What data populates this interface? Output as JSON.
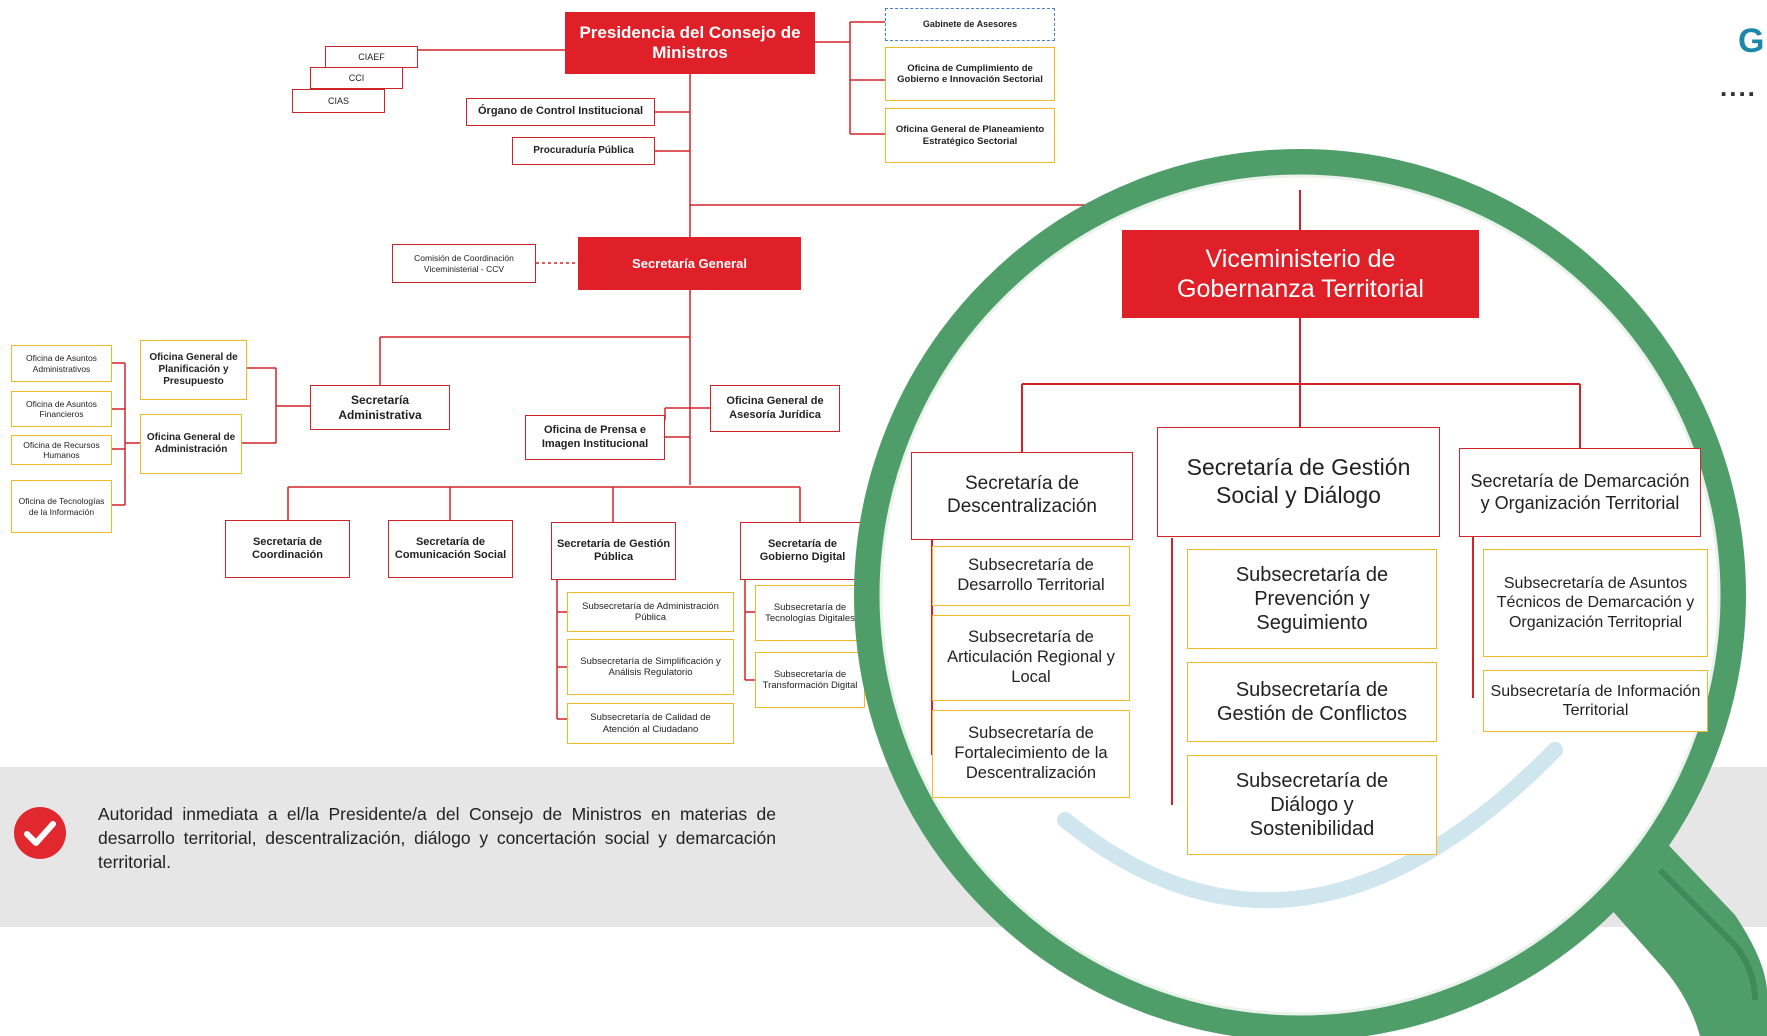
{
  "colors": {
    "red": "#e02028",
    "red_border": "#d2232a",
    "yellow_border": "#f1b928",
    "dashed_border": "#4a7fc0",
    "lens_ring": "#4f9e6a",
    "footer_bg": "#e6e6e6",
    "check_icon": "#e0282e",
    "corner_title": "#1c87a8"
  },
  "corner": {
    "title_fragment": "G",
    "dots": "...."
  },
  "org": {
    "presidencia": "Presidencia del Consejo de Ministros",
    "ceaf": "CIAEF",
    "cci": "CCI",
    "cias": "CIAS",
    "gabinete": "Gabinete de Asesores",
    "oficina_cumplimiento": "Oficina de Cumplimiento de Gobierno e Innovación Sectorial",
    "oficina_planeamiento": "Oficina General de Planeamiento Estratégico Sectorial",
    "control_institucional": "Órgano de Control Institucional",
    "procuraduria": "Procuraduría Pública",
    "secretaria_general": "Secretaría General",
    "comision": "Comisión de Coordinación Viceministerial - CCV",
    "planificacion": "Oficina General de Planificación y Presupuesto",
    "general_administracion": "Oficina General de Administración",
    "secretaria_administrativa": "Secretaría Administrativa",
    "of_asuntos_adm": "Oficina de Asuntos Administrativos",
    "of_asuntos_fin": "Oficina de Asuntos Financieros",
    "of_recursos": "Oficina de Recursos Humanos",
    "of_tecnologias": "Oficina de Tecnologías de la Información",
    "asesoria_juridica": "Oficina General de Asesoría Jurídica",
    "prensa": "Oficina de Prensa e Imagen Institucional",
    "coordinacion": "Secretaría de Coordinación",
    "comunicacion": "Secretaría de Comunicación Social",
    "gestion_publica": "Secretaría de Gestión Pública",
    "gobierno_digital": "Secretaría de Gobierno Digital",
    "sub_admin_publica": "Subsecretaría de Administración Pública",
    "sub_simplificacion": "Subsecretaría de Simplificación y Análisis Regulatorio",
    "sub_calidad": "Subsecretaría de Calidad de Atención al Ciudadano",
    "sub_tecnologias": "Subsecretaría de Tecnologías Digitales",
    "sub_transformacion": "Subsecretaría de Transformación Digital"
  },
  "lens": {
    "vice": "Viceministerio de Gobernanza Territorial",
    "descentralizacion": "Secretaría de Descentralización",
    "gestion_social": "Secretaría de Gestión Social y Diálogo",
    "demarcacion": "Secretaría de Demarcación y Organización Territorial",
    "sub_desarrollo": "Subsecretaría de Desarrollo Territorial",
    "sub_articulacion": "Subsecretaría de Articulación Regional y Local",
    "sub_fortalecimiento": "Subsecretaría de Fortalecimiento de la Descentralización",
    "sub_prevencion": "Subsecretaría de Prevención y Seguimiento",
    "sub_conflictos": "Subsecretaría de Gestión de Conflictos",
    "sub_dialogo": "Subsecretaría de Diálogo y Sostenibilidad",
    "sub_asuntos_tecnicos": "Subsecretaría de Asuntos Técnicos de Demarcación y Organización Territoprial",
    "sub_informacion": "Subsecretaría de Información Territorial"
  },
  "footer": {
    "text": "Autoridad inmediata a el/la Presidente/a del Consejo de Ministros en materias de desarrollo territorial, descentralización, diálogo y concertación social y demarcación territorial."
  }
}
